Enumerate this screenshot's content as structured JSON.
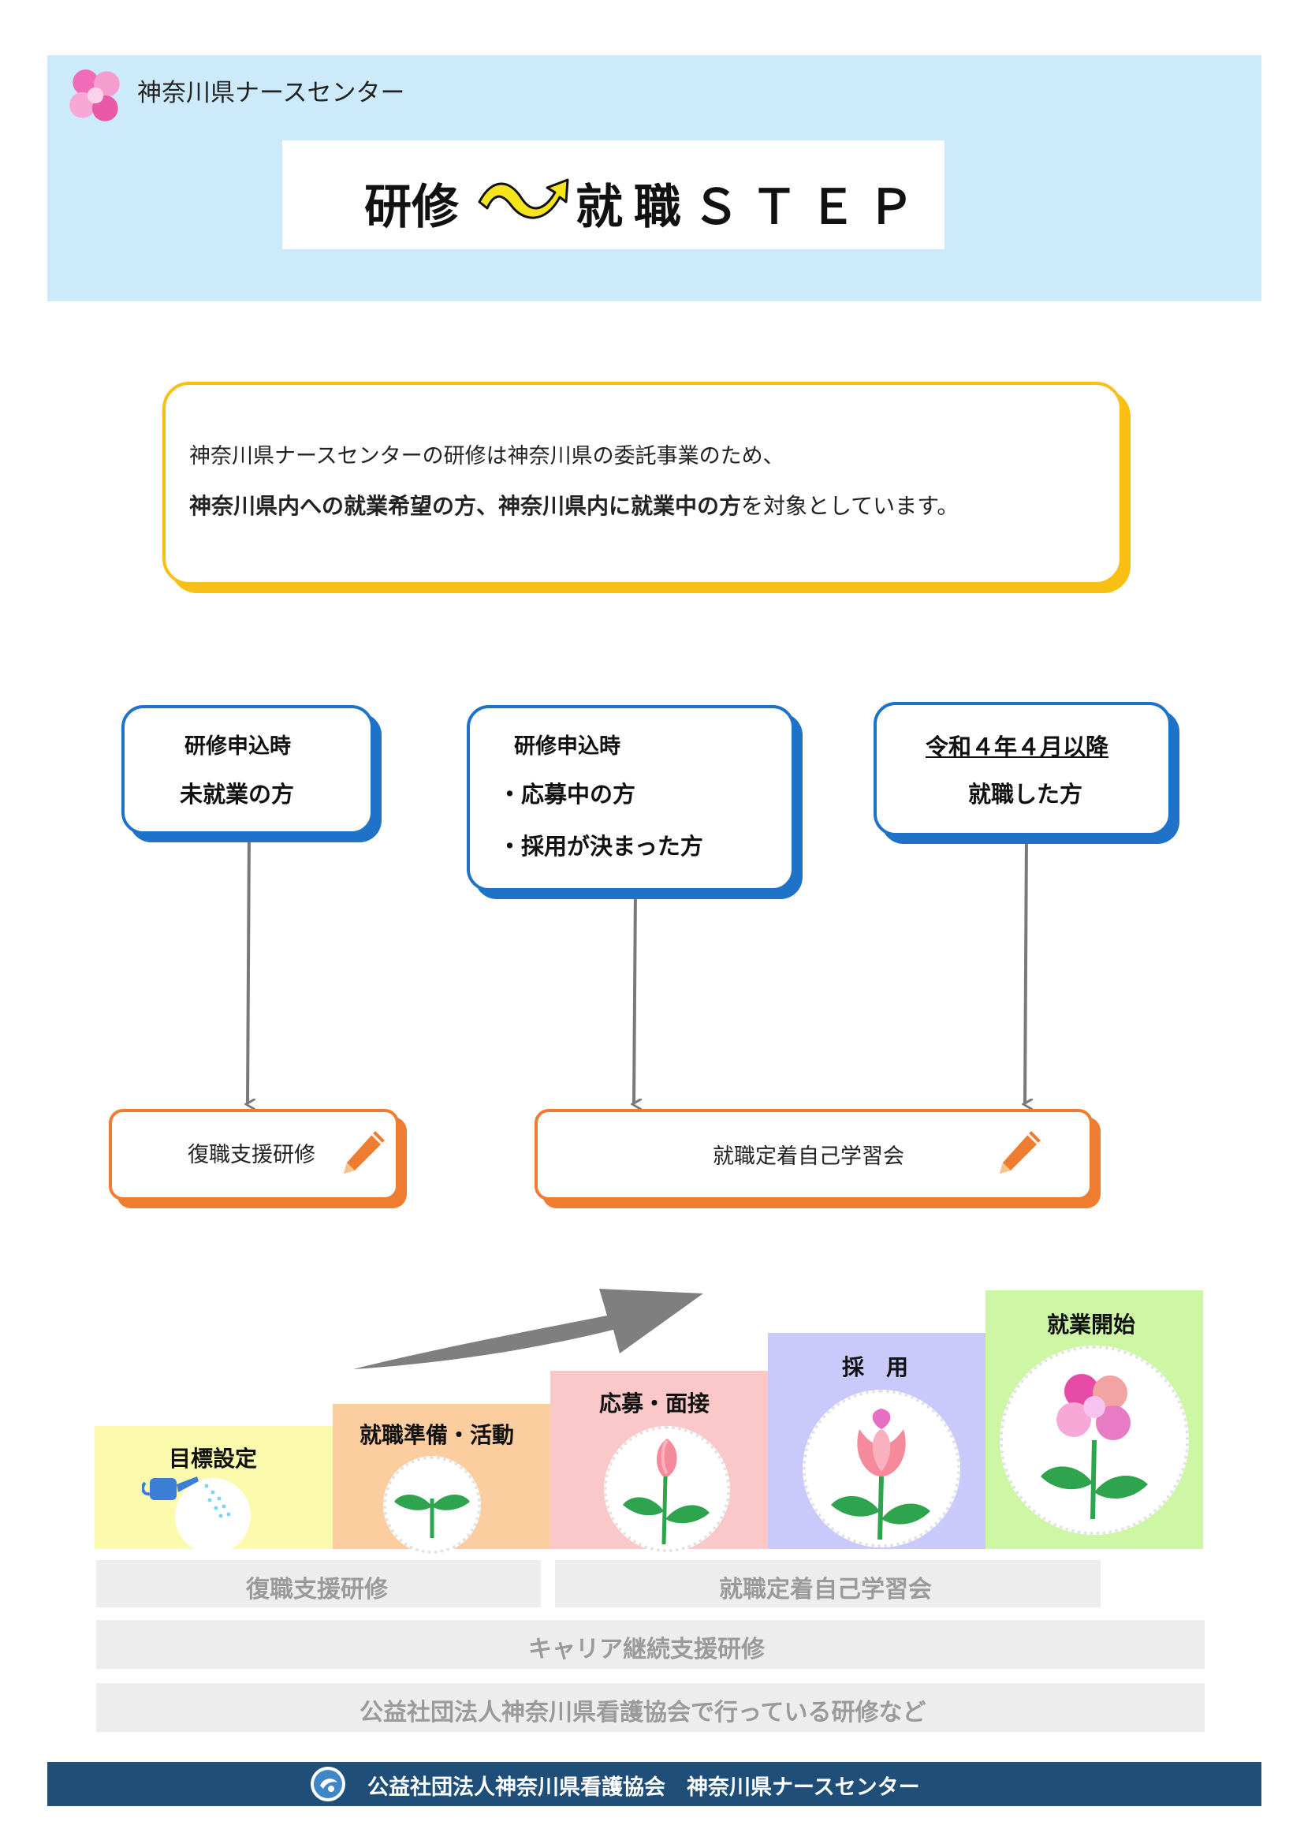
{
  "header": {
    "org_name": "神奈川県ナースセンター",
    "title_left": "研修",
    "title_right": "就職ＳＴＥＰ",
    "background_color": "#cdeafb"
  },
  "notice": {
    "line1": "神奈川県ナースセンターの研修は神奈川県の委託事業のため、",
    "line2_bold": "神奈川県内への就業希望の方、神奈川県内に就業中の方",
    "line2_normal": "を対象としています。",
    "border_color": "#f9bf15"
  },
  "target_boxes": [
    {
      "line1": "研修申込時",
      "line2": "未就業の方"
    },
    {
      "line1": "研修申込時",
      "line2": "・応募中の方",
      "line3": "・採用が決まった方"
    },
    {
      "line1": "令和４年４月以降",
      "line2": "就職した方"
    }
  ],
  "programs": {
    "reinstatement": "復職支援研修",
    "retention": "就職定着自己学習会",
    "icon": "pencil-icon"
  },
  "steps": [
    {
      "label": "目標設定",
      "color": "#fcfbad",
      "icon": "watering-can-icon"
    },
    {
      "label": "就職準備・活動",
      "color": "#fbcd9f",
      "icon": "sprout-icon"
    },
    {
      "label": "応募・面接",
      "color": "#fac8c8",
      "icon": "bud-icon"
    },
    {
      "label": "採　用",
      "color": "#c9c9fb",
      "icon": "tulip-icon"
    },
    {
      "label": "就業開始",
      "color": "#cdf6a5",
      "icon": "flower-icon"
    }
  ],
  "gray_bars": {
    "row1_left": "復職支援研修",
    "row1_right": "就職定着自己学習会",
    "row2": "キャリア継続支援研修",
    "row3": "公益社団法人神奈川県看護協会で行っている研修など"
  },
  "footer": {
    "text": "公益社団法人神奈川県看護協会　神奈川県ナースセンター",
    "background_color": "#1f4e79"
  }
}
